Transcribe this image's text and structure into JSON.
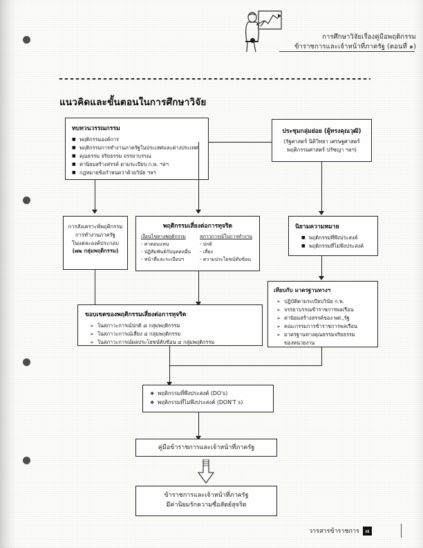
{
  "document": {
    "header_title_line1": "การศึกษาวิจัยเรื่องคู่มือพฤติกรรม",
    "header_title_line2": "ข้าราชการและเจ้าหน้าที่ภาครัฐ (ตอนที่ ๑)",
    "section_title": "แนวคิดและขั้นตอนในการศึกษาวิจัย",
    "footer_text": "วารสารข้าราชการ",
    "footer_page": "๗"
  },
  "icons": {
    "presenter_figure": "presenter-with-chart-icon",
    "bullet_square": "■",
    "bullet_arrow": "➢",
    "bullet_diamond": "❖",
    "punch_hole": "punch-hole-icon",
    "down_arrow": "down-arrow-icon",
    "block_arrow": "block-arrow-icon"
  },
  "flowchart": {
    "type": "flowchart",
    "nodes": {
      "literature_review": {
        "title": "ทบทวนวรรณกรรม",
        "items": [
          "พฤติกรรมองค์การ",
          "พฤติกรรมการทำงานภาครัฐในประเทศและต่างประเทศ",
          "คุณธรรม จริยธรรม จรรยาบรรณ",
          "ค่านิยมสร้างสรรค์ ตามระเบียบ ก.พ. ฯลฯ",
          "กฎหมายข้อกำหนดว่าด้วยวินัย ฯลฯ"
        ]
      },
      "expert_focus_group": {
        "title": "ประชุมกลุ่มย่อย (ผู้ทรงคุณวุฒิ)",
        "lines": [
          "(รัฐศาสตร์ นิติวิทยา เศรษฐศาสตร์",
          "พฤติกรรมศาสตร์ ปรัชญา ฯลฯ)"
        ]
      },
      "synthesis": {
        "lines": [
          "การสังเคราะห์พฤติกรรม",
          "การทำงานภาครัฐ",
          "ในแต่ละองค์ประกอบ",
          "(๗๒ กลุ่มพฤติกรรม)"
        ]
      },
      "corruption_risk_behaviour": {
        "title": "พฤติกรรมเสี่ยงต่อการทุจริต",
        "col1_header": "เงื่อนไขทางพฤติกรรม",
        "col2_header": "สภาวการณ์ในการทำงาน",
        "col1_items": [
          "- ค่าตอบแทน",
          "- ปฏิสัมพันธ์กับบุคคลอื่น",
          "- หน้าที่และระเบียบฯ"
        ],
        "col2_items": [
          "- ปกติ",
          "- เสี่ยง",
          "- ความประโยชน์ทับซ้อน"
        ]
      },
      "definitions": {
        "title": "นิยามความหมาย",
        "items": [
          "พฤติกรรมที่พึงประสงค์",
          "พฤติกรรมที่ไม่พึงประสงค์"
        ]
      },
      "standards_comparison": {
        "title": "เทียบกับ มาตรฐานทางฯ",
        "items": [
          "ปฏิบัติตามระเบียบวินัย ก.พ.",
          "จรรยาบรรณข้าราชการพลเรือน",
          "ค่านิยมสร้างสรรค์ของ พศ.,รัฐ",
          "คณะกรรมการข้าราชการพลเรือน",
          "มาตรฐานทางคุณธรรมจริยธรรม",
          "ของหน่วยงาน"
        ]
      },
      "scope": {
        "title": "ขอบเขตของพฤติกรรมเสี่ยงต่อการทุจริต",
        "items": [
          "ในสภาวะการณ์ปกติ ๘ กลุ่มพฤติกรรม",
          "ในสภาวะการณ์เสี่ยง ๔ กลุ่มพฤติกรรม",
          "ในสภาวะการณ์ผลประโยชน์ทับซ้อน ๔ กลุ่มพฤติกรรม"
        ]
      },
      "dos_donts": {
        "items": [
          "พฤติกรรมที่พึงประสงค์ (DO's)",
          "พฤติกรรมที่ไม่พึงประสงค์ (DON'T s)"
        ]
      },
      "manual": {
        "text": "คู่มือข้าราชการและเจ้าหน้าที่ภาครัฐ"
      },
      "outcome": {
        "lines": [
          "ข้าราชการและเจ้าหน้าที่ภาครัฐ",
          "มีค่านิยมรักความซื่อสัตย์สุจริต"
        ]
      }
    }
  }
}
